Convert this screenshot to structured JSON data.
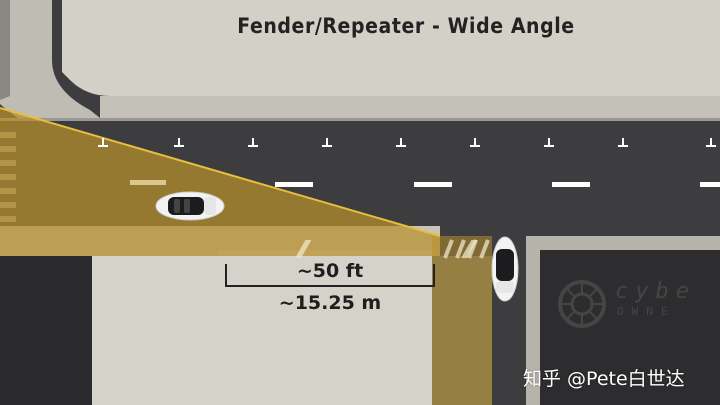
{
  "title": "Fender/Repeater - Wide Angle",
  "distance": {
    "feet": "~50 ft",
    "meters": "~15.25 m"
  },
  "watermark": "知乎 @Pete白世达",
  "brand": {
    "word": "cybe",
    "sub": "OWNE"
  },
  "icons": {
    "car": "car-top-view-icon",
    "wheel": "gear-wheel-logo-icon"
  },
  "colors": {
    "road": "#3d3d3f",
    "sidewalk": "#cfccc4",
    "building_dark": "#2a2a2c",
    "camera_view": "#b08b2c",
    "camera_edge": "#e3b93c",
    "lane_mark": "#ffffff",
    "car": "#f2f2f2"
  }
}
